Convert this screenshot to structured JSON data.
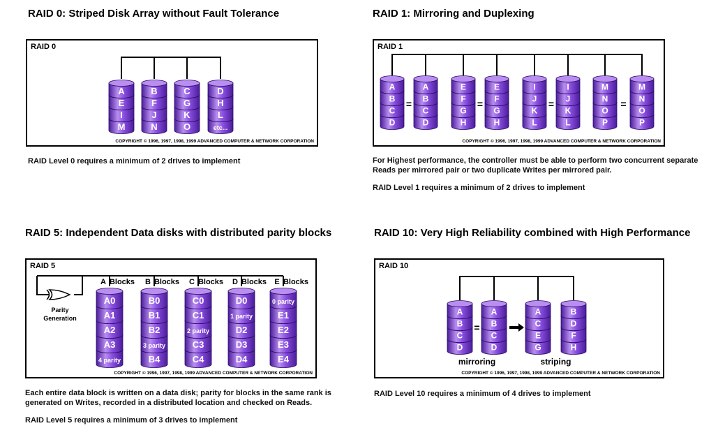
{
  "copyright": "COPYRIGHT © 1996, 1997, 1998, 1999 ADVANCED COMPUTER & NETWORK CORPORATION",
  "colors": {
    "disk_light": "#b98ef0",
    "disk_mid": "#8a4fe0",
    "disk_dark": "#4a1c9a",
    "line": "#000000"
  },
  "raid0": {
    "title": "RAID 0: Striped Disk Array without Fault Tolerance",
    "label": "RAID 0",
    "desc": [
      "RAID Level 0 requires a minimum of 2 drives to implement"
    ],
    "disks": [
      [
        "A",
        "E",
        "I",
        "M"
      ],
      [
        "B",
        "F",
        "J",
        "N"
      ],
      [
        "C",
        "G",
        "K",
        "O"
      ],
      [
        "D",
        "H",
        "L",
        "etc..."
      ]
    ]
  },
  "raid1": {
    "title": "RAID 1: Mirroring and Duplexing",
    "label": "RAID 1",
    "desc": [
      "For Highest performance, the controller must be able to perform two concurrent separate",
      "Reads per mirrored pair or two duplicate Writes per mirrored pair.",
      "",
      "RAID Level 1 requires a minimum of 2 drives to implement"
    ],
    "disks": [
      [
        "A",
        "B",
        "C",
        "D"
      ],
      [
        "A",
        "B",
        "C",
        "D"
      ],
      [
        "E",
        "F",
        "G",
        "H"
      ],
      [
        "E",
        "F",
        "G",
        "H"
      ],
      [
        "I",
        "J",
        "K",
        "L"
      ],
      [
        "I",
        "J",
        "K",
        "L"
      ],
      [
        "M",
        "N",
        "O",
        "P"
      ],
      [
        "M",
        "N",
        "O",
        "P"
      ]
    ],
    "equals": "="
  },
  "raid5": {
    "title": "RAID 5: Independent Data disks with distributed parity blocks",
    "label": "RAID 5",
    "desc": [
      "Each entire data block is written on a data disk; parity for blocks in the same rank is",
      "generated on Writes, recorded in a distributed location and checked on Reads.",
      "",
      "RAID Level 5 requires a minimum of 3 drives to implement"
    ],
    "parity_label": [
      "Parity",
      "Generation"
    ],
    "headers": [
      "A Blocks",
      "B Blocks",
      "C Blocks",
      "D Blocks",
      "E Blocks"
    ],
    "disks": [
      [
        "A0",
        "A1",
        "A2",
        "A3",
        "4 parity"
      ],
      [
        "B0",
        "B1",
        "B2",
        "3 parity",
        "B4"
      ],
      [
        "C0",
        "C1",
        "2 parity",
        "C3",
        "C4"
      ],
      [
        "D0",
        "1 parity",
        "D2",
        "D3",
        "D4"
      ],
      [
        "0 parity",
        "E1",
        "E2",
        "E3",
        "E4"
      ]
    ]
  },
  "raid10": {
    "title": "RAID 10: Very High Reliability combined with High Performance",
    "label": "RAID 10",
    "desc": [
      "RAID Level 10 requires a minimum of 4 drives to implement"
    ],
    "disks": [
      [
        "A",
        "B",
        "C",
        "D"
      ],
      [
        "A",
        "B",
        "C",
        "D"
      ],
      [
        "A",
        "C",
        "E",
        "G"
      ],
      [
        "B",
        "D",
        "F",
        "H"
      ]
    ],
    "equals": "=",
    "labels": [
      "mirroring",
      "striping"
    ]
  }
}
